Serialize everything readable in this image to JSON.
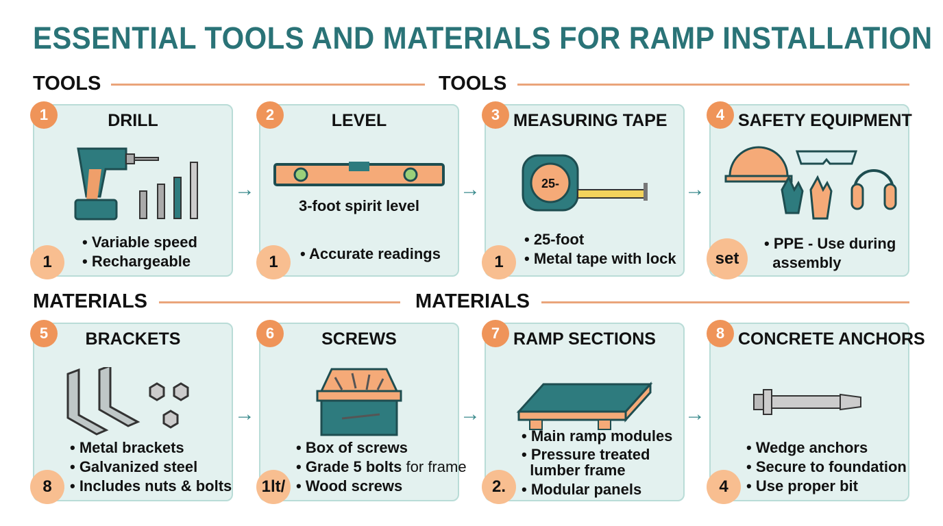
{
  "title": "ESSENTIAL TOOLS AND MATERIALS FOR RAMP INSTALLATION",
  "sections": {
    "tools_left": "TOOLS",
    "tools_right": "TOOLS",
    "materials_left": "MATERIALS",
    "materials_right": "MATERIALS"
  },
  "cards": [
    {
      "num": "1",
      "title": "DRILL",
      "icon": "drill-icon",
      "qty": "1",
      "bullets": [
        "• Variable speed",
        "• Rechargeable"
      ]
    },
    {
      "num": "2",
      "title": "LEVEL",
      "icon": "spirit-level-icon",
      "subtitle": "3-foot spirit level",
      "qty": "1",
      "bullets": [
        "• Accurate readings"
      ]
    },
    {
      "num": "3",
      "title": "MEASURING TAPE",
      "icon": "measuring-tape-icon",
      "tape_label": "25-",
      "qty": "1",
      "bullets": [
        "• 25-foot",
        "• Metal tape with lock"
      ]
    },
    {
      "num": "4",
      "title": "SAFETY EQUIPMENT",
      "icon": "safety-gear-icon",
      "qty": "set",
      "bullets": [
        "• PPE - Use during",
        "  assembly"
      ]
    },
    {
      "num": "5",
      "title": "BRACKETS",
      "icon": "brackets-icon",
      "qty": "8",
      "bullets": [
        "• Metal brackets",
        "• Galvanized steel",
        "• Includes nuts & bolts"
      ]
    },
    {
      "num": "6",
      "title": "SCREWS",
      "icon": "screw-box-icon",
      "qty": "1lt/",
      "bullets": [
        "• Box of screws",
        "• Grade 5 bolts",
        "• Wood screws"
      ],
      "bullet2_suffix": " for frame"
    },
    {
      "num": "7",
      "title": "RAMP SECTIONS",
      "icon": "ramp-section-icon",
      "qty": "2.",
      "bullets": [
        "• Main ramp modules",
        "• Pressure treated",
        "  lumber frame",
        "• Modular panels"
      ]
    },
    {
      "num": "8",
      "title": "CONCRETE ANCHORS",
      "icon": "anchor-bolt-icon",
      "qty": "4",
      "bullets": [
        "• Wedge anchors",
        "• Secure to foundation",
        "• Use proper bit"
      ]
    }
  ],
  "colors": {
    "title": "#2a7377",
    "accent": "#ef9459",
    "card_bg": "#e3f1ef",
    "teal": "#2e7b7e"
  }
}
